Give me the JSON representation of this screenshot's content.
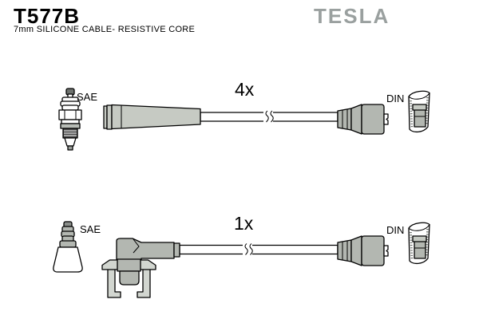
{
  "header": {
    "part_number": "T577B",
    "subtitle": "7mm SILICONE CABLE- RESISTIVE CORE",
    "brand": "TESLA"
  },
  "rows": [
    {
      "quantity": "4x",
      "plug_label": "SAE",
      "dist_label": "DIN"
    },
    {
      "quantity": "1x",
      "plug_label": "SAE",
      "dist_label": "DIN"
    }
  ],
  "colors": {
    "background": "#ffffff",
    "brand_gray": "#9aa09f",
    "part_fill": "#c6cac3",
    "connector_fill": "#b3b7b1",
    "shield_fill": "#d2d6d0",
    "outline": "#000000"
  }
}
